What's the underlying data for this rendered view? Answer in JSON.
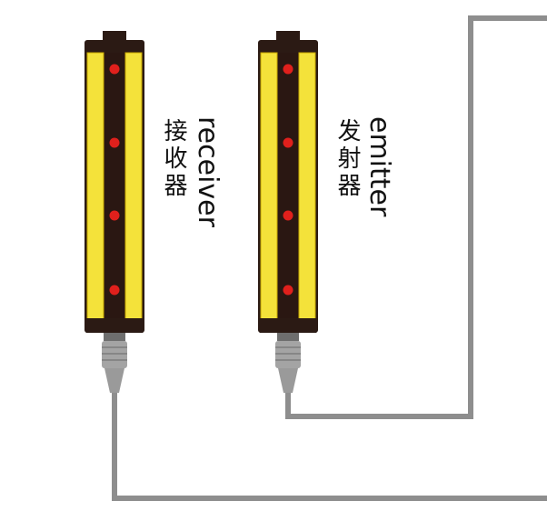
{
  "receiver": {
    "label_cn": "接收器",
    "label_en": "receiver",
    "led_count": 4
  },
  "emitter": {
    "label_cn": "发射器",
    "label_en": "emitter",
    "led_count": 4
  },
  "colors": {
    "housing_yellow": "#f4e23a",
    "housing_edge": "#c9a800",
    "core_dark": "#2a1712",
    "cap_black": "#2b1a14",
    "led_red": "#e0201c",
    "cable_gray": "#8e8e8e",
    "connector_gray": "#9a9a9a"
  }
}
